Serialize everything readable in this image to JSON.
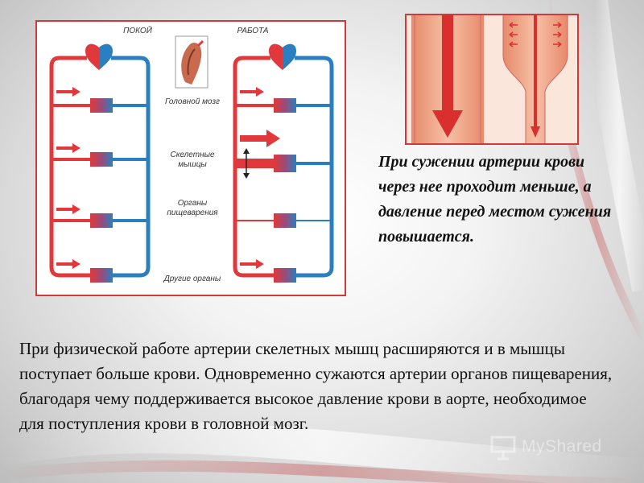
{
  "diagram": {
    "rest_label": "ПОКОЙ",
    "work_label": "РАБОТА",
    "brain_label": "Головной мозг",
    "muscles_label": "Скелетные мышцы",
    "digestive_label": "Органы пищеварения",
    "other_label": "Другие органы"
  },
  "artery_note": "При сужении артерии крови через нее проходит меньше, а давление перед местом сужения повышается.",
  "main_text": "При физической работе артерии скелетных мышц расширяются и в мышцы поступает больше крови. Одновременно сужаются артерии органов пищеварения, благодаря чему поддерживается высокое давление крови в аорте, необходимое для поступления крови в головной мозг.",
  "watermark": "MyShared",
  "colors": {
    "artery_red": "#e0383b",
    "vein_blue": "#2a7fc0",
    "frame_red": "#d23a3a"
  },
  "icons": [
    "heart-icon",
    "brain-icon",
    "presentation-icon"
  ]
}
